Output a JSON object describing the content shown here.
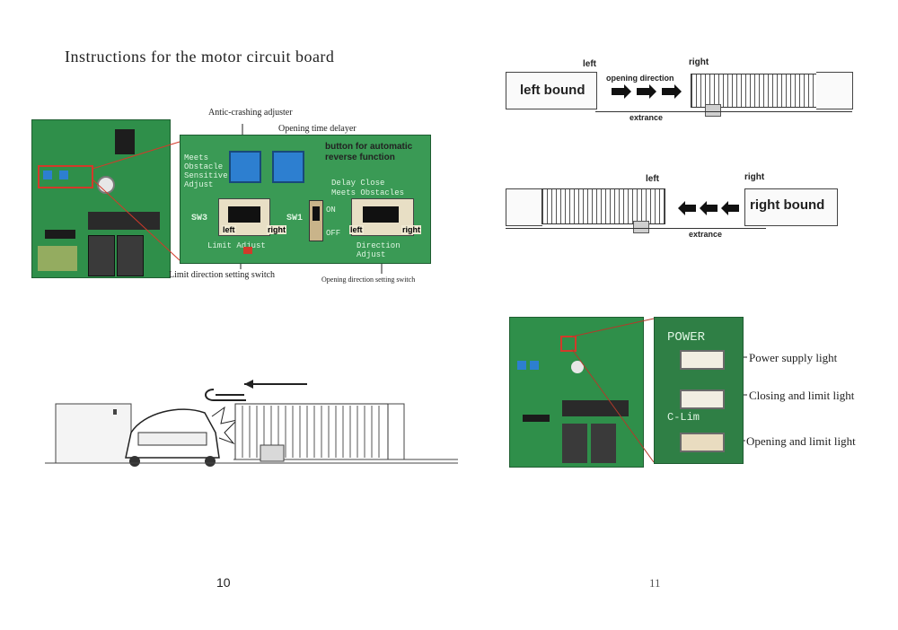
{
  "left_page": {
    "title": "Instructions for the motor circuit board",
    "callouts": {
      "anti_crash": "Antic-crashing adjuster",
      "open_delay": "Opening time delayer",
      "auto_reverse": "button for automatic reverse function",
      "limit_switch": "Limit direction setting switch",
      "open_switch": "Opening direction setting switch"
    },
    "board_zoom_text": {
      "meets": "Meets Obstacle Sensitive Adjust",
      "delay": "Delay Close",
      "meets2": "Meets Obstacles",
      "sw3": "SW3",
      "sw1": "SW1",
      "on": "ON",
      "off": "OFF",
      "limit_adjust": "Limit Adjust",
      "direction_adjust": "Direction Adjust",
      "left": "left",
      "right": "right"
    },
    "page_number": "10"
  },
  "right_page": {
    "diagram1": {
      "left": "left",
      "right": "right",
      "bound": "left bound",
      "direction": "opening direction",
      "extrance": "extrance"
    },
    "diagram2": {
      "left": "left",
      "right": "right",
      "bound": "right bound",
      "extrance": "extrance"
    },
    "lights": {
      "power_text": "POWER",
      "climit_text": "C-Lim",
      "power": "Power supply light",
      "closing": "Closing and limit light",
      "opening": "Opening and limit light"
    },
    "page_number": "11"
  },
  "colors": {
    "pcb_green": "#2f8f4a",
    "switch_blue": "#2d7fd0",
    "highlight_red": "#d23a2a"
  }
}
